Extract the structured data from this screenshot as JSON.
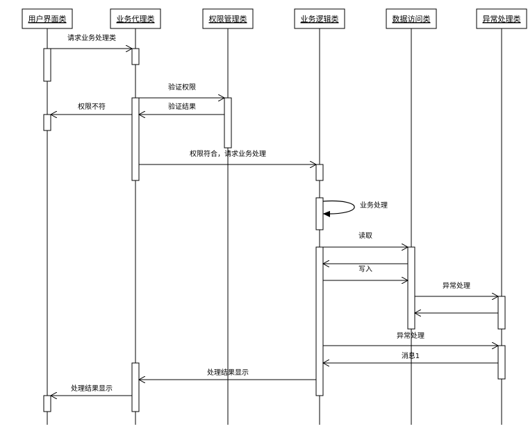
{
  "participants": [
    {
      "id": "ui",
      "label": "用户界面类"
    },
    {
      "id": "proxy",
      "label": "业务代理类"
    },
    {
      "id": "perm",
      "label": "权限管理类"
    },
    {
      "id": "logic",
      "label": "业务逻辑类"
    },
    {
      "id": "data",
      "label": "数据访问类"
    },
    {
      "id": "exc",
      "label": "异常处理类"
    }
  ],
  "messages": [
    {
      "from": "ui",
      "to": "proxy",
      "label": "请求业务处理类"
    },
    {
      "from": "proxy",
      "to": "perm",
      "label": "验证权限"
    },
    {
      "from": "perm",
      "to": "proxy",
      "label": "验证结果"
    },
    {
      "from": "proxy",
      "to": "ui",
      "label": "权限不符"
    },
    {
      "from": "proxy",
      "to": "logic",
      "label": "权限符合，请求业务处理"
    },
    {
      "from": "logic",
      "to": "logic",
      "label": "业务处理"
    },
    {
      "from": "logic",
      "to": "data",
      "label": "读取"
    },
    {
      "from": "data",
      "to": "logic",
      "label": ""
    },
    {
      "from": "logic",
      "to": "data",
      "label": "写入"
    },
    {
      "from": "data",
      "to": "exc",
      "label": "异常处理"
    },
    {
      "from": "exc",
      "to": "data",
      "label": ""
    },
    {
      "from": "logic",
      "to": "exc",
      "label": "异常处理"
    },
    {
      "from": "exc",
      "to": "logic",
      "label": "消息1"
    },
    {
      "from": "logic",
      "to": "proxy",
      "label": "处理结果显示"
    },
    {
      "from": "proxy",
      "to": "ui",
      "label": "处理结果显示"
    }
  ]
}
